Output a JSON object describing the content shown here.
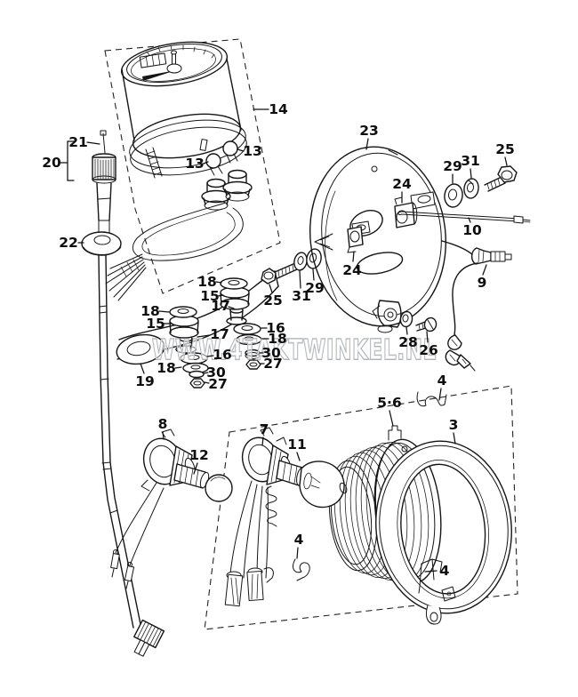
{
  "page": {
    "background": "#ffffff",
    "line_color": "#151515",
    "dash_color": "#232323"
  },
  "watermark": {
    "text": "WWW.4TAKTWINKEL.NL",
    "outline_color": "#a6abb0",
    "fill_color": "#f4f5f6"
  },
  "callouts": {
    "c14": "14",
    "c13_right": "13",
    "c13_left": "13",
    "c21": "21",
    "c20": "20",
    "c22": "22",
    "c23": "23",
    "c24_upper": "24",
    "c24_lower": "24",
    "c25_right": "25",
    "c29_right": "29",
    "c31_right": "31",
    "c10": "10",
    "c9": "9",
    "c25_left": "25",
    "c31_left": "31",
    "c29_left": "29",
    "c18_mount_right": "18",
    "c15_mount_right": "15",
    "c17_mount_right": "17",
    "c18_mount_left": "18",
    "c15_mount_left": "15",
    "c17_lower": "17",
    "c16_right": "16",
    "c18_right": "18",
    "c30_right": "30",
    "c27_right": "27",
    "c16_left": "16",
    "c18_left": "18",
    "c30_left": "30",
    "c27_left": "27",
    "c19": "19",
    "c28": "28",
    "c26": "26",
    "c8": "8",
    "c12": "12",
    "c7": "7",
    "c11": "11",
    "c56": "5·6",
    "c3": "3",
    "c4_top": "4",
    "c4_left": "4",
    "c4_inner": "4"
  }
}
